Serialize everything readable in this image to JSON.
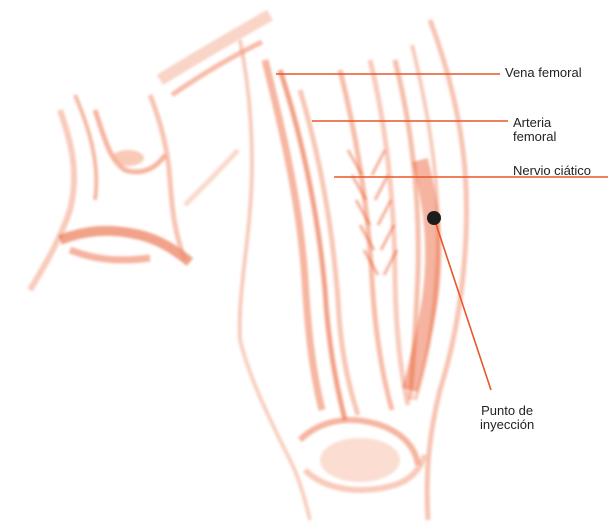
{
  "labels": {
    "vena_femoral": "Vena femoral",
    "arteria_femoral_line1": "Arteria",
    "arteria_femoral_line2": "femoral",
    "nervio_ciatico": "Nervio ciático",
    "punto_line1": "Punto de",
    "punto_line2": "inyección"
  },
  "colors": {
    "illustration": "#e8572a",
    "illustration_light": "#f6b49a",
    "leader_line": "#e8572a",
    "injection_dot": "#1c1c1c",
    "label_text": "#222222"
  }
}
